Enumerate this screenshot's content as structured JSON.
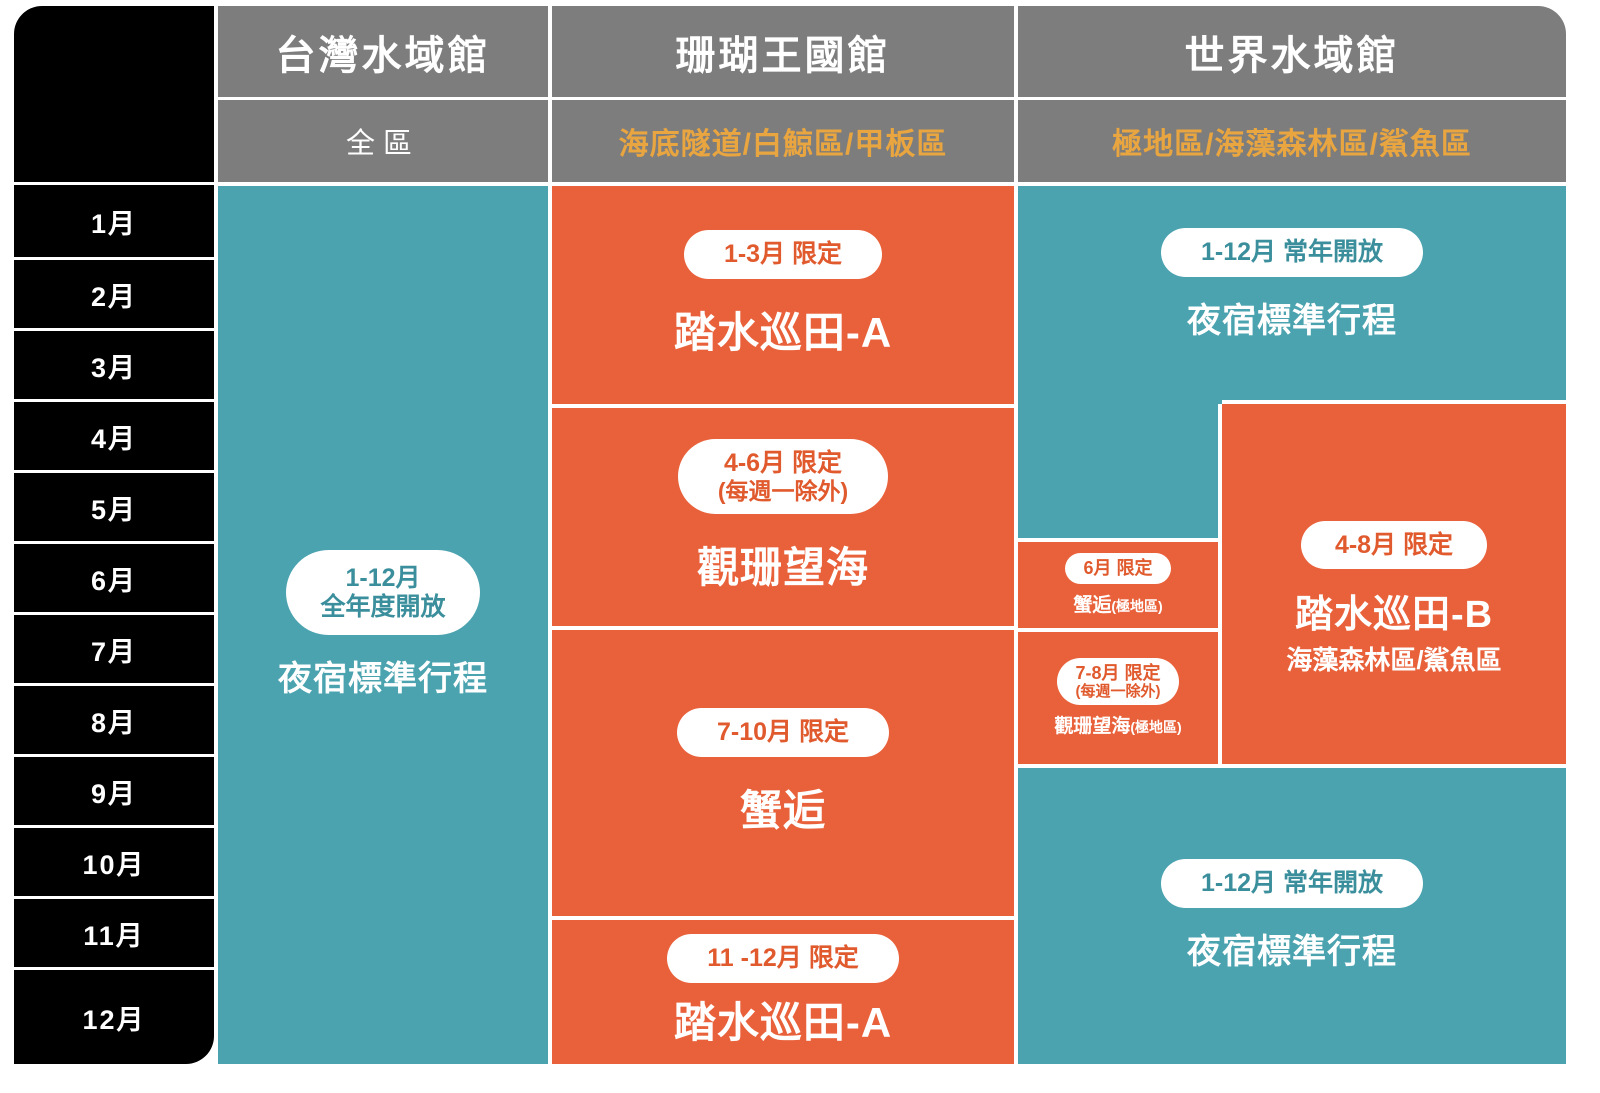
{
  "columns": [
    {
      "key": "taiwan",
      "title": "台灣水域館",
      "subtitle": "全區",
      "subtitle_style": "plain"
    },
    {
      "key": "coral",
      "title": "珊瑚王國館",
      "subtitle": "海底隧道/白鯨區/甲板區",
      "subtitle_style": "gold"
    },
    {
      "key": "world",
      "title": "世界水域館",
      "subtitle": "極地區/海藻森林區/鯊魚區",
      "subtitle_style": "gold"
    }
  ],
  "months": [
    "1月",
    "2月",
    "3月",
    "4月",
    "5月",
    "6月",
    "7月",
    "8月",
    "9月",
    "10月",
    "11月",
    "12月"
  ],
  "blocks": {
    "taiwan_all_year": {
      "period": "1-12月",
      "period2": "全年度開放",
      "caption": "夜宿標準行程",
      "color": "teal"
    },
    "coral_1": {
      "period": "1-3月 限定",
      "period2": "",
      "caption": "踏水巡田-A",
      "color": "orange"
    },
    "coral_2": {
      "period": "4-6月 限定",
      "period2": "(每週一除外)",
      "caption": "觀珊望海",
      "color": "orange"
    },
    "coral_3": {
      "period": "7-10月 限定",
      "period2": "",
      "caption": "蟹逅",
      "color": "orange"
    },
    "coral_4": {
      "period": "11 -12月 限定",
      "period2": "",
      "caption": "踏水巡田-A",
      "color": "orange"
    },
    "world_top": {
      "period": "1-12月 常年開放",
      "period2": "",
      "caption": "夜宿標準行程",
      "color": "teal"
    },
    "world_june": {
      "period": "6月 限定",
      "period2": "",
      "caption": "蟹逅",
      "caption_sub": "(極地區)",
      "color": "orange"
    },
    "world_jul_aug": {
      "period": "7-8月 限定",
      "period2": "(每週一除外)",
      "caption": "觀珊望海",
      "caption_sub": "(極地區)",
      "color": "orange"
    },
    "world_b": {
      "period": "4-8月 限定",
      "period2": "",
      "caption": "踏水巡田-B",
      "caption_sub": "海藻森林區/鯊魚區",
      "color": "orange"
    },
    "world_bottom": {
      "period": "1-12月 常年開放",
      "period2": "",
      "caption": "夜宿標準行程",
      "color": "teal"
    }
  },
  "colors": {
    "teal": "#4ba3b0",
    "orange": "#e9613a",
    "header_gray": "#7d7d7d",
    "gold_text": "#e9a53f",
    "black": "#000000",
    "white": "#ffffff",
    "teal_text": "#3b8f9c",
    "orange_text": "#e05a2e"
  }
}
